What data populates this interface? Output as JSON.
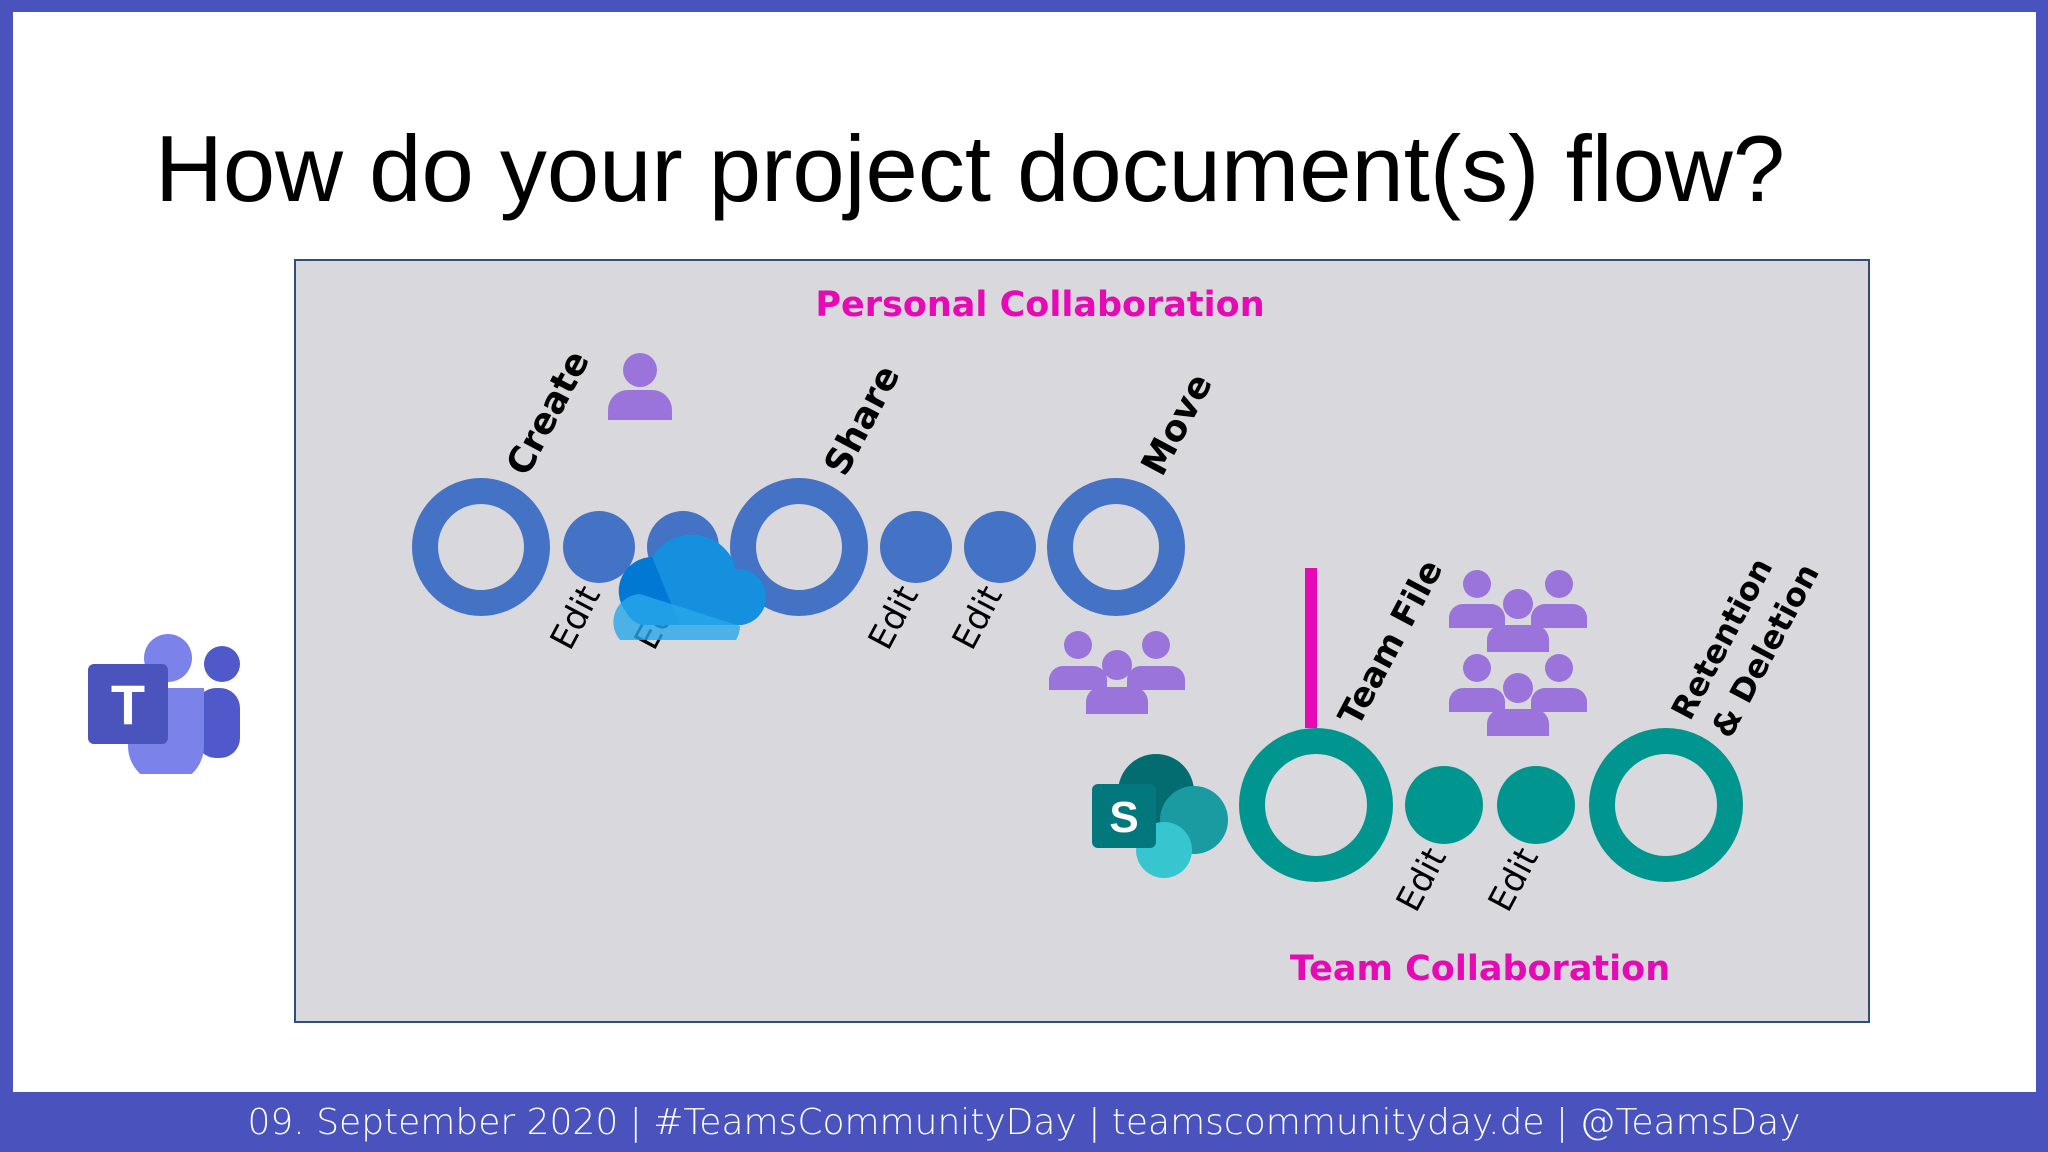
{
  "slide": {
    "title": "How do your project document(s) flow?",
    "footer": "09. September 2020 | #TeamsCommunityDay | teamscommunityday.de | @TeamsDay"
  },
  "diagram": {
    "personal_heading": "Personal  Collaboration",
    "team_heading": "Team Collaboration",
    "stages": {
      "create": "Create",
      "share": "Share",
      "move": "Move",
      "team_file": "Team File",
      "retention_1": "Retention",
      "retention_2": "& Deletion"
    },
    "edit_label": "Edit",
    "sharepoint_letter": "S",
    "teams_letter": "T"
  },
  "colors": {
    "frame": "#4a53bd",
    "personal_flow": "#4472c4",
    "team_flow": "#00968f",
    "heading": "#e60ab5",
    "people": "#9a73db",
    "panel": "#d9d8dc"
  },
  "icons": [
    "teams-logo-icon",
    "person-icon",
    "onedrive-cloud-icon",
    "group-icon",
    "sharepoint-logo-icon"
  ]
}
